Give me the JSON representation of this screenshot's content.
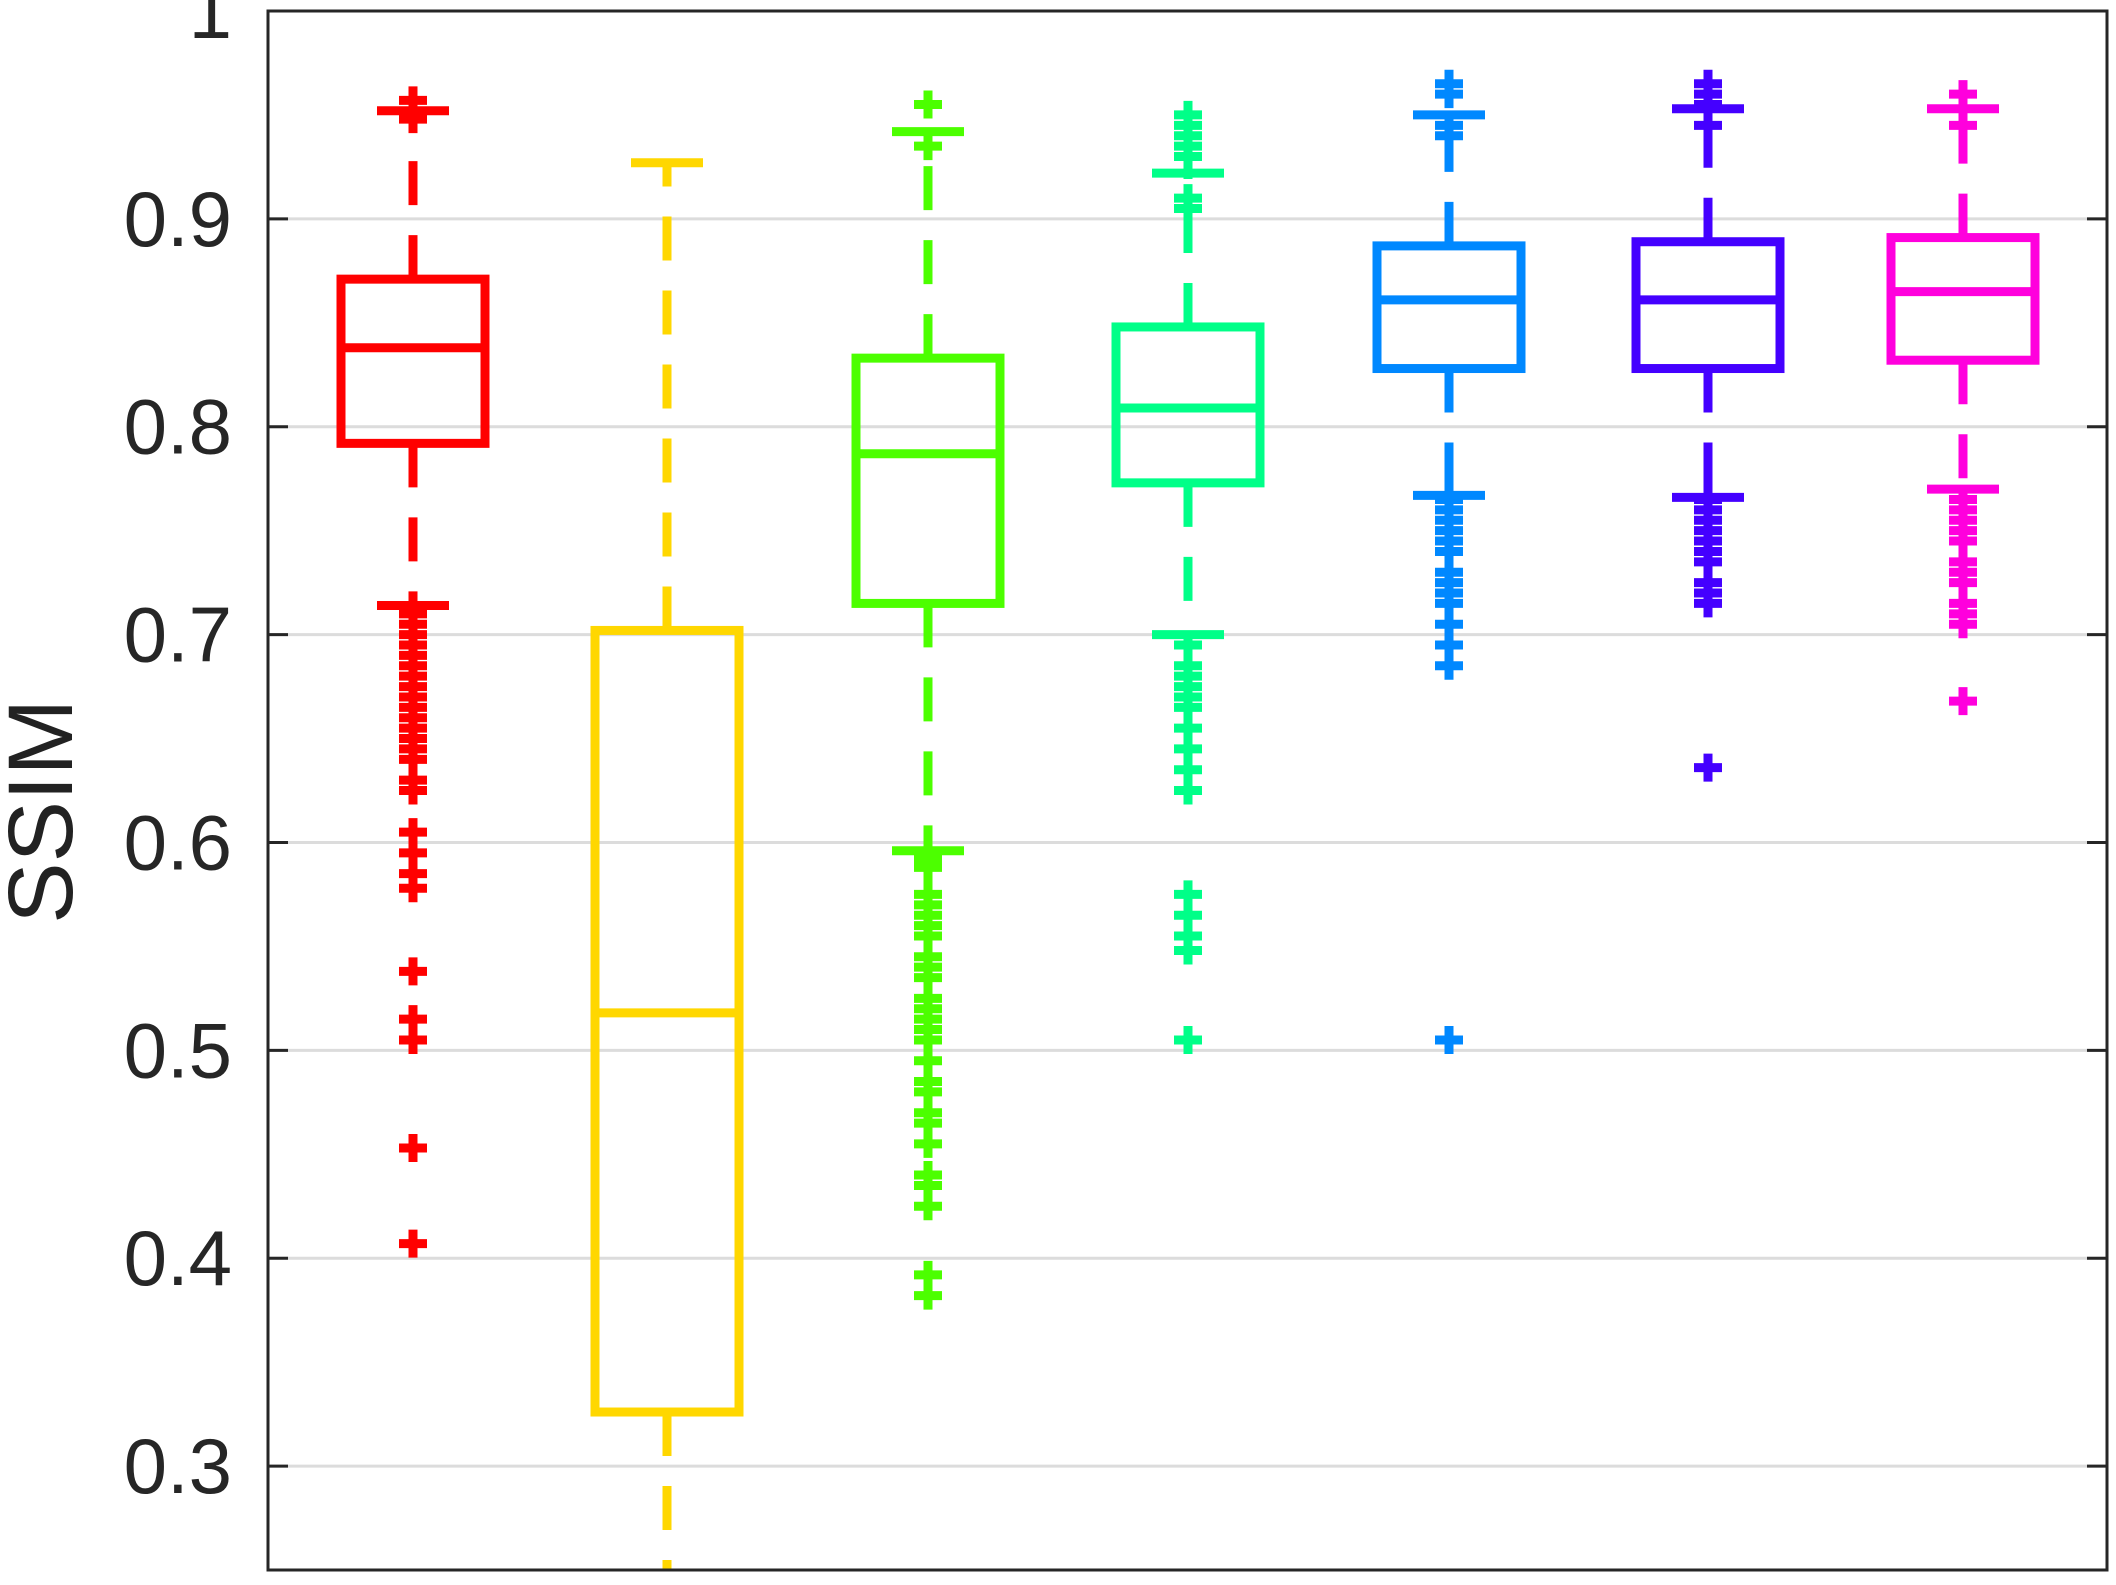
{
  "chart_data": {
    "type": "box",
    "title": "",
    "xlabel": "",
    "ylabel": "SSIM",
    "ylim": [
      0.25,
      1.0
    ],
    "yticks": [
      0.3,
      0.4,
      0.5,
      0.6,
      0.7,
      0.8,
      0.9,
      1.0
    ],
    "ytick_labels": [
      "0.3",
      "0.4",
      "0.5",
      "0.6",
      "0.7",
      "0.8",
      "0.9",
      "1"
    ],
    "grid": true,
    "grid_axis": "y",
    "boxes": [
      {
        "color": "#ff0000",
        "q1": 0.792,
        "median": 0.838,
        "q3": 0.871,
        "whisker_low": 0.714,
        "whisker_high": 0.952,
        "outliers": [
          0.957,
          0.948,
          0.71,
          0.705,
          0.7,
          0.695,
          0.69,
          0.685,
          0.68,
          0.675,
          0.67,
          0.665,
          0.66,
          0.655,
          0.65,
          0.645,
          0.64,
          0.63,
          0.625,
          0.605,
          0.595,
          0.585,
          0.578,
          0.538,
          0.515,
          0.505,
          0.453,
          0.407
        ]
      },
      {
        "color": "#ffd700",
        "q1": 0.326,
        "median": 0.518,
        "q3": 0.702,
        "whisker_low": 0.25,
        "whisker_high": 0.927,
        "outliers": []
      },
      {
        "color": "#4cff00",
        "q1": 0.715,
        "median": 0.787,
        "q3": 0.833,
        "whisker_low": 0.596,
        "whisker_high": 0.942,
        "outliers": [
          0.955,
          0.935,
          0.592,
          0.588,
          0.575,
          0.57,
          0.565,
          0.56,
          0.555,
          0.545,
          0.54,
          0.535,
          0.525,
          0.52,
          0.515,
          0.51,
          0.505,
          0.495,
          0.485,
          0.48,
          0.47,
          0.465,
          0.455,
          0.44,
          0.435,
          0.425,
          0.392,
          0.382
        ]
      },
      {
        "color": "#00ff88",
        "q1": 0.773,
        "median": 0.809,
        "q3": 0.848,
        "whisker_low": 0.7,
        "whisker_high": 0.922,
        "outliers": [
          0.95,
          0.945,
          0.94,
          0.935,
          0.93,
          0.91,
          0.905,
          0.695,
          0.685,
          0.68,
          0.675,
          0.67,
          0.665,
          0.655,
          0.645,
          0.635,
          0.625,
          0.575,
          0.565,
          0.555,
          0.548,
          0.505
        ]
      },
      {
        "color": "#0088ff",
        "q1": 0.828,
        "median": 0.861,
        "q3": 0.887,
        "whisker_low": 0.767,
        "whisker_high": 0.95,
        "outliers": [
          0.965,
          0.96,
          0.945,
          0.94,
          0.765,
          0.76,
          0.755,
          0.75,
          0.745,
          0.74,
          0.73,
          0.725,
          0.72,
          0.715,
          0.705,
          0.695,
          0.685,
          0.505
        ]
      },
      {
        "color": "#4400ff",
        "q1": 0.828,
        "median": 0.861,
        "q3": 0.889,
        "whisker_low": 0.766,
        "whisker_high": 0.953,
        "outliers": [
          0.965,
          0.96,
          0.955,
          0.945,
          0.765,
          0.76,
          0.755,
          0.75,
          0.745,
          0.74,
          0.735,
          0.725,
          0.72,
          0.715,
          0.636
        ]
      },
      {
        "color": "#ff00dd",
        "q1": 0.832,
        "median": 0.865,
        "q3": 0.891,
        "whisker_low": 0.77,
        "whisker_high": 0.953,
        "outliers": [
          0.96,
          0.945,
          0.765,
          0.76,
          0.755,
          0.75,
          0.745,
          0.735,
          0.73,
          0.725,
          0.715,
          0.71,
          0.705,
          0.668
        ]
      }
    ]
  }
}
